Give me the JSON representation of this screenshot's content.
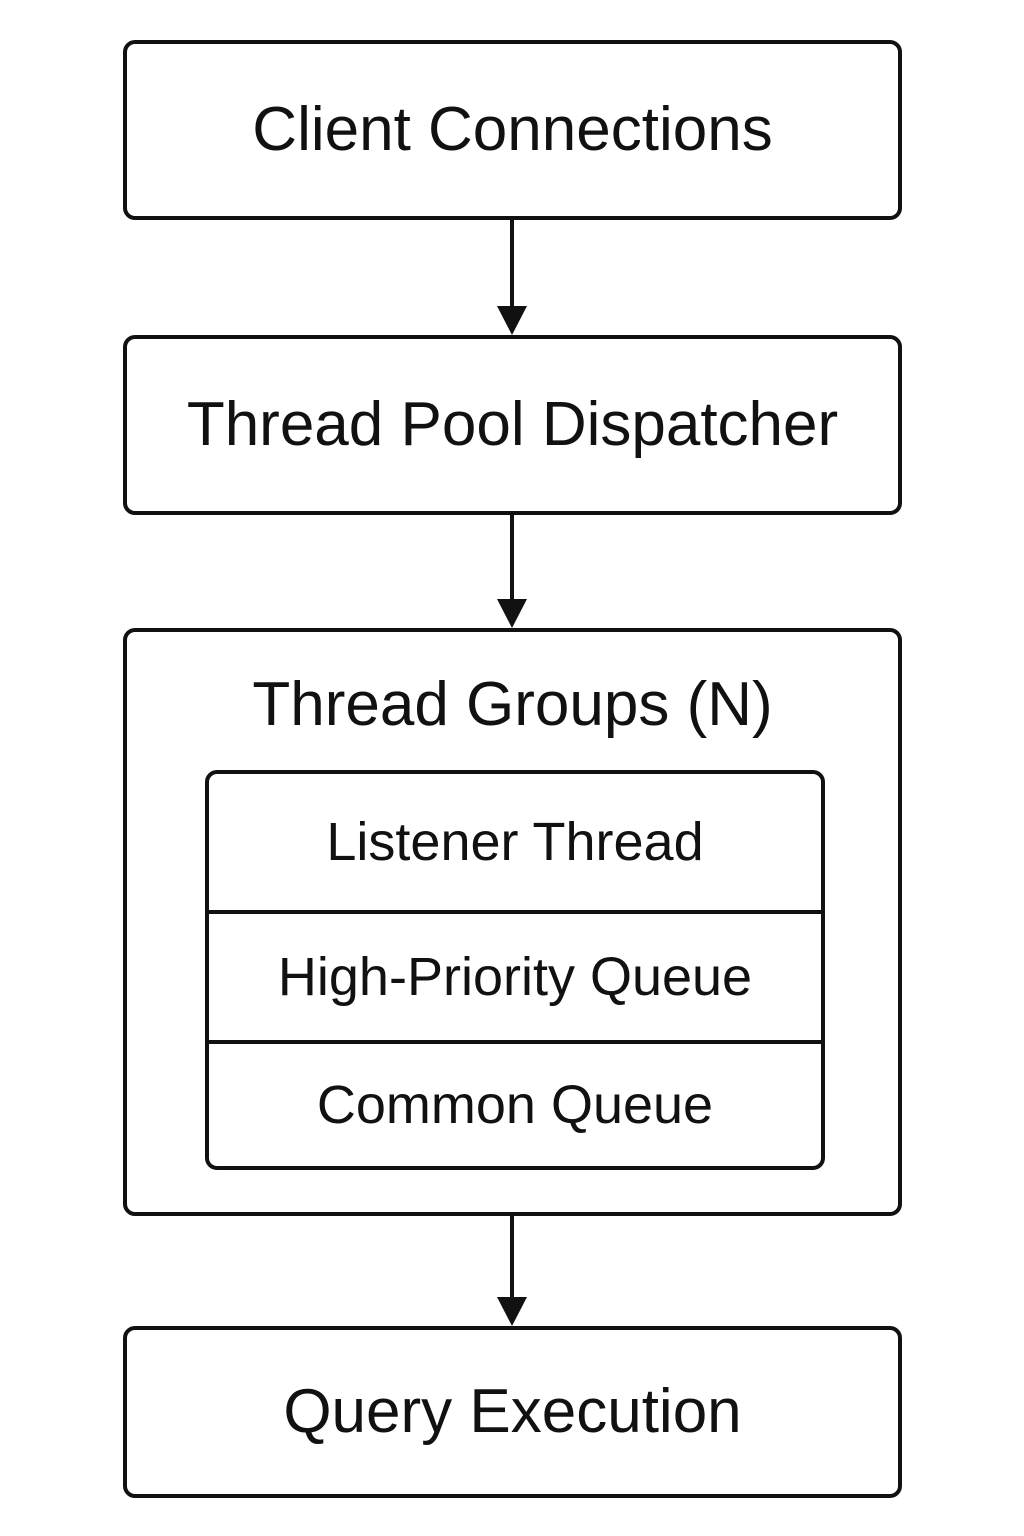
{
  "diagram": {
    "nodes": {
      "client": {
        "label": "Client Connections"
      },
      "dispatcher": {
        "label": "Thread Pool Dispatcher"
      },
      "groups": {
        "title": "Thread Groups (N)",
        "rows": [
          {
            "label": "Listener Thread"
          },
          {
            "label": "High-Priority Queue"
          },
          {
            "label": "Common Queue"
          }
        ]
      },
      "query": {
        "label": "Query Execution"
      }
    },
    "edges": [
      {
        "from": "client",
        "to": "dispatcher"
      },
      {
        "from": "dispatcher",
        "to": "groups"
      },
      {
        "from": "groups",
        "to": "query"
      }
    ],
    "colors": {
      "stroke": "#111111",
      "background": "#ffffff"
    }
  }
}
